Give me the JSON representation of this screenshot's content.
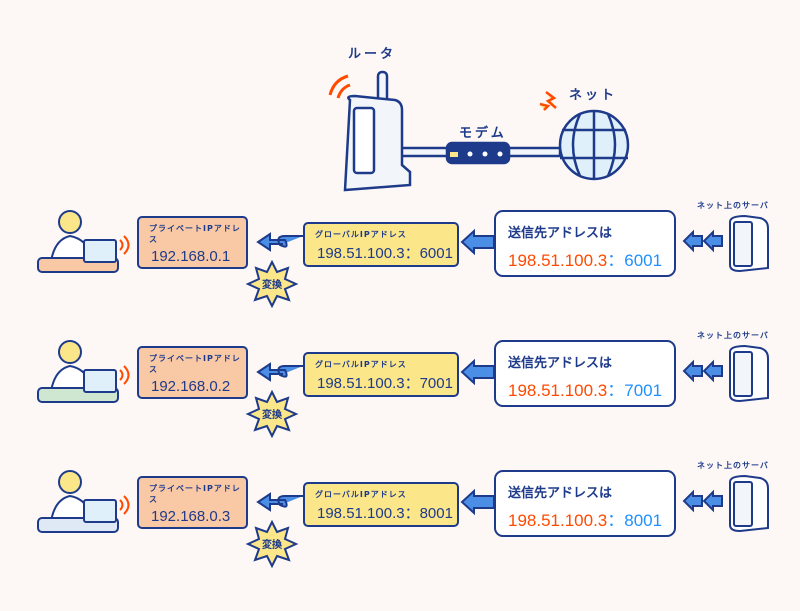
{
  "top": {
    "router_label": "ルータ",
    "modem_label": "モデム",
    "net_label": "ネット"
  },
  "colors": {
    "navy": "#1e3a8a",
    "private_box": "#f9c9a6",
    "global_box": "#fbe68a",
    "address_orange": "#ff4a00",
    "port_blue": "#1e90ff"
  },
  "rows": [
    {
      "device": "laptop-user",
      "private_label": "プライベートIPアドレス",
      "private_ip": "192.168.0.1",
      "global_label": "グローバルIPアドレス",
      "global_addr": "198.51.100.3：6001",
      "convert": "変換",
      "dest_title": "送信先アドレスは",
      "dest_ip": "198.51.100.3",
      "dest_sep": "：",
      "dest_port": "6001",
      "server_label": "ネット上のサーバ"
    },
    {
      "device": "tablet-user",
      "private_label": "プライベートIPアドレス",
      "private_ip": "192.168.0.2",
      "global_label": "グローバルIPアドレス",
      "global_addr": "198.51.100.3：7001",
      "convert": "変換",
      "dest_title": "送信先アドレスは",
      "dest_ip": "198.51.100.3",
      "dest_sep": "：",
      "dest_port": "7001",
      "server_label": "ネット上のサーバ"
    },
    {
      "device": "smartphone-user",
      "private_label": "プライベートIPアドレス",
      "private_ip": "192.168.0.3",
      "global_label": "グローバルIPアドレス",
      "global_addr": "198.51.100.3：8001",
      "convert": "変換",
      "dest_title": "送信先アドレスは",
      "dest_ip": "198.51.100.3",
      "dest_sep": "：",
      "dest_port": "8001",
      "server_label": "ネット上のサーバ"
    }
  ]
}
